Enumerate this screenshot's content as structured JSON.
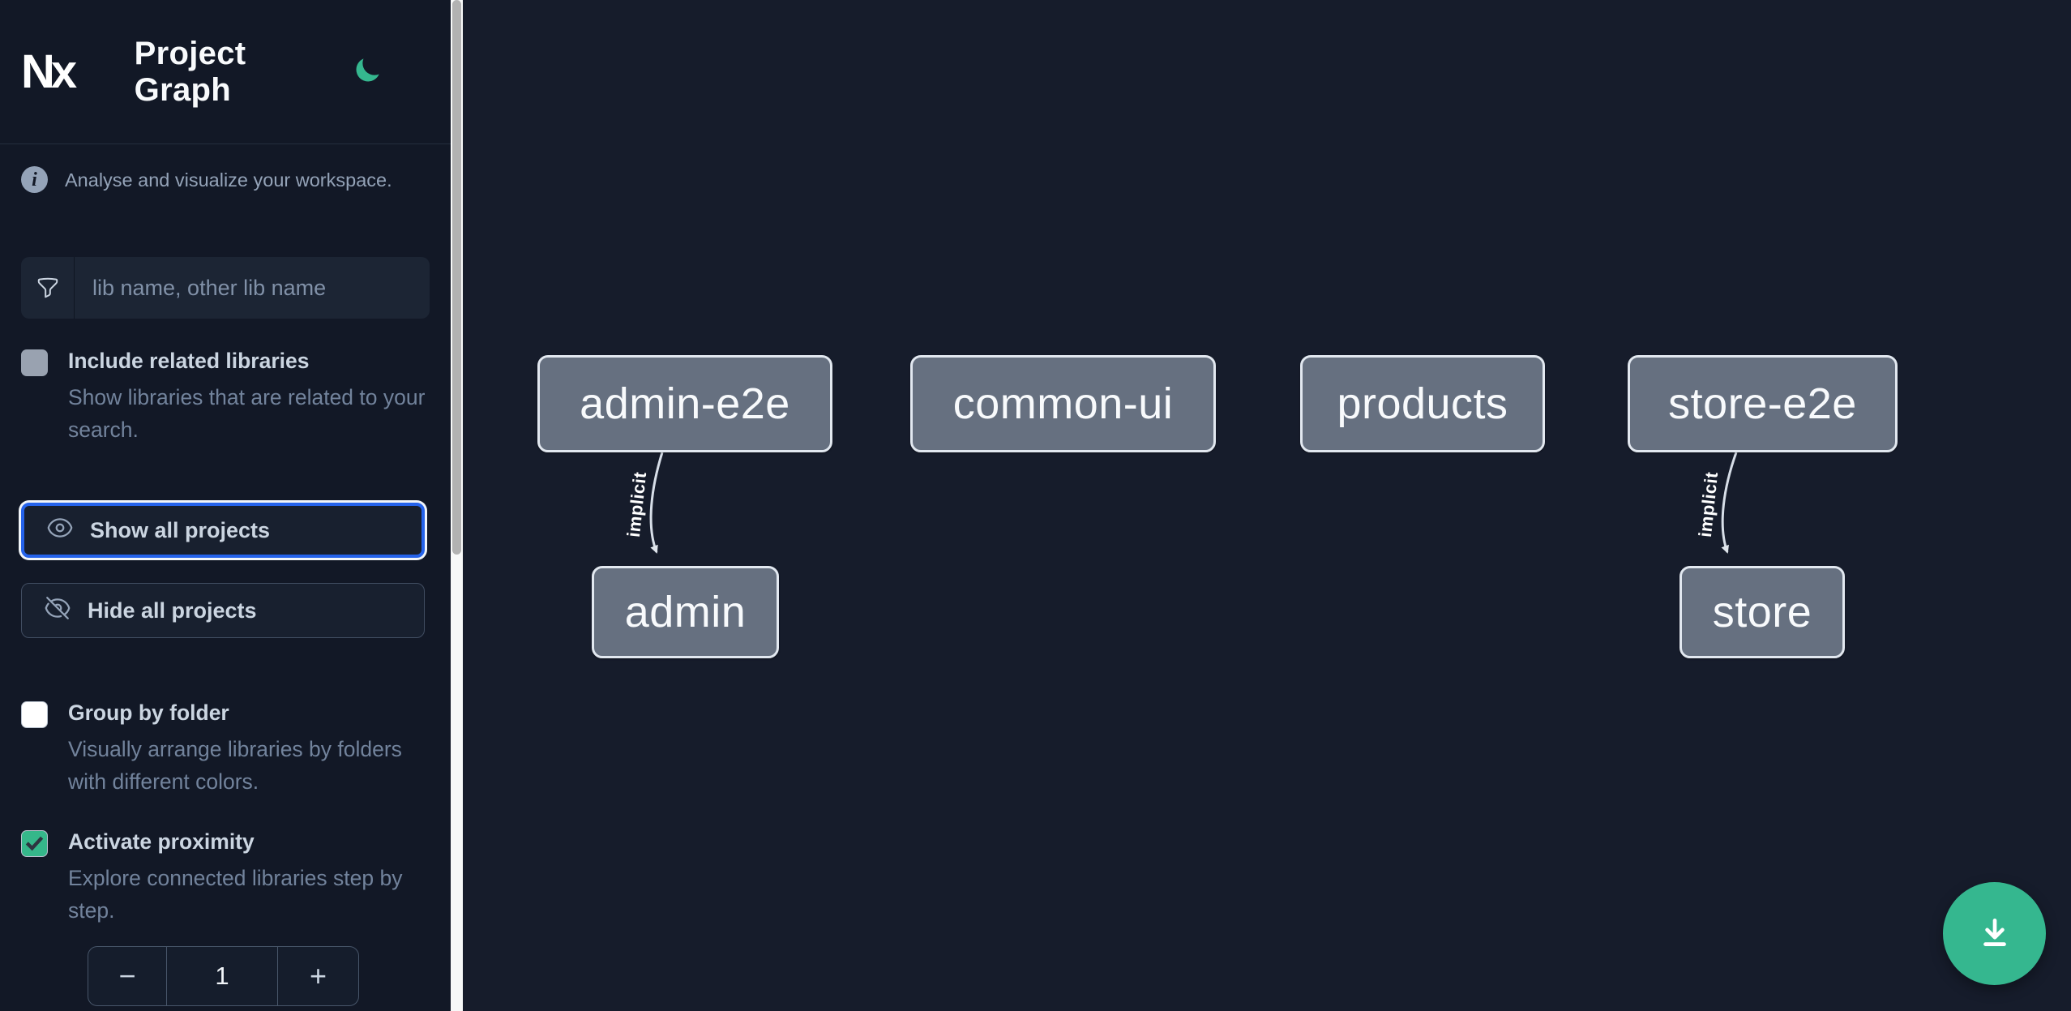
{
  "header": {
    "app_title": "Project Graph",
    "logo_text": "Nx"
  },
  "intro": {
    "message": "Analyse and visualize your workspace."
  },
  "search": {
    "placeholder": "lib name, other lib name",
    "value": ""
  },
  "options": {
    "include_related": {
      "label": "Include related libraries",
      "description": "Show libraries that are related to your search.",
      "checked": false
    },
    "group_by_folder": {
      "label": "Group by folder",
      "description": "Visually arrange libraries by folders with different colors.",
      "checked": false
    },
    "activate_proximity": {
      "label": "Activate proximity",
      "description": "Explore connected libraries step by step.",
      "checked": true
    }
  },
  "actions": {
    "show_all_label": "Show all projects",
    "hide_all_label": "Hide all projects"
  },
  "proximity_stepper": {
    "decrement_label": "−",
    "value": "1",
    "increment_label": "+"
  },
  "graph": {
    "nodes": [
      {
        "id": "admin-e2e",
        "label": "admin-e2e"
      },
      {
        "id": "common-ui",
        "label": "common-ui"
      },
      {
        "id": "products",
        "label": "products"
      },
      {
        "id": "store-e2e",
        "label": "store-e2e"
      },
      {
        "id": "admin",
        "label": "admin"
      },
      {
        "id": "store",
        "label": "store"
      }
    ],
    "edges": [
      {
        "source": "admin-e2e",
        "target": "admin",
        "label": "implicit",
        "type": "implicit"
      },
      {
        "source": "store-e2e",
        "target": "store",
        "label": "implicit",
        "type": "implicit"
      }
    ]
  },
  "icons": {
    "theme_toggle": "moon-icon",
    "intro": "info-icon",
    "search": "filter-funnel-icon",
    "show_all": "eye-icon",
    "hide_all": "eye-slash-icon",
    "fab": "download-icon"
  },
  "colors": {
    "accent_green": "#35b78f",
    "focus_blue": "#2563eb",
    "sidebar_bg": "#121826",
    "canvas_bg": "#161c2b",
    "node_fill": "#667080",
    "node_border": "#e2e8f0"
  }
}
